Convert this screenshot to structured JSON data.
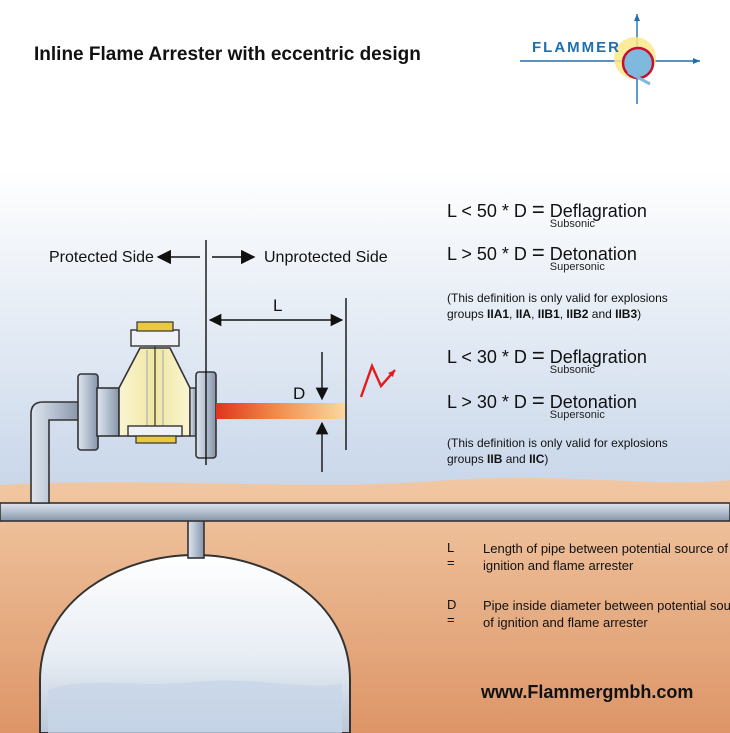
{
  "title": "Inline Flame Arrester with eccentric design",
  "brand": "FLAMMER",
  "sides": {
    "protected": "Protected Side",
    "unprotected": "Unprotected Side"
  },
  "dimension_labels": {
    "L": "L",
    "D": "D"
  },
  "definitions": {
    "group1": [
      {
        "formula": "L < 50 * D",
        "equals": "=",
        "result": "Deflagration",
        "sub": "Subsonic"
      },
      {
        "formula": "L > 50 * D",
        "equals": "=",
        "result": "Detonation",
        "sub": "Supersonic"
      }
    ],
    "note1": {
      "prefix": "(This definition is only valid for explosions groups ",
      "g1": "IIA1",
      "s1": ", ",
      "g2": "IIA",
      "s2": ", ",
      "g3": "IIB1",
      "s3": ", ",
      "g4": "IIB2",
      "s4": " and ",
      "g5": "IIB3",
      "suffix": ")"
    },
    "group2": [
      {
        "formula": "L < 30 * D",
        "equals": "=",
        "result": "Deflagration",
        "sub": "Subsonic"
      },
      {
        "formula": "L > 30 * D",
        "equals": "=",
        "result": "Detonation",
        "sub": "Supersonic"
      }
    ],
    "note2": {
      "prefix": "(This definition is only valid for explosions groups ",
      "g1": "IIB",
      "s1": " and ",
      "g2": "IIC",
      "suffix": ")"
    }
  },
  "legend": [
    {
      "key": "L =",
      "text": "Length of pipe between potential source of ignition and flame arrester"
    },
    {
      "key": "D =",
      "text": "Pipe inside diameter between potential source of ignition and flame arrester"
    }
  ],
  "website": "www.Flammergmbh.com",
  "colors": {
    "sky_top": "#ffffff",
    "sky_bottom": "#c9d7ea",
    "ground_top": "#f1c8a4",
    "ground_bottom": "#dd9567",
    "pipe": "#a7b3c4",
    "pipe_outline": "#333333",
    "flame_hot": "#e0341d",
    "flame_cool": "#fbd9a0",
    "spark": "#e51b1b",
    "brand_blue": "#1f6fae",
    "arrester_body": "#f6f0bf",
    "bolt": "#e2c545"
  }
}
